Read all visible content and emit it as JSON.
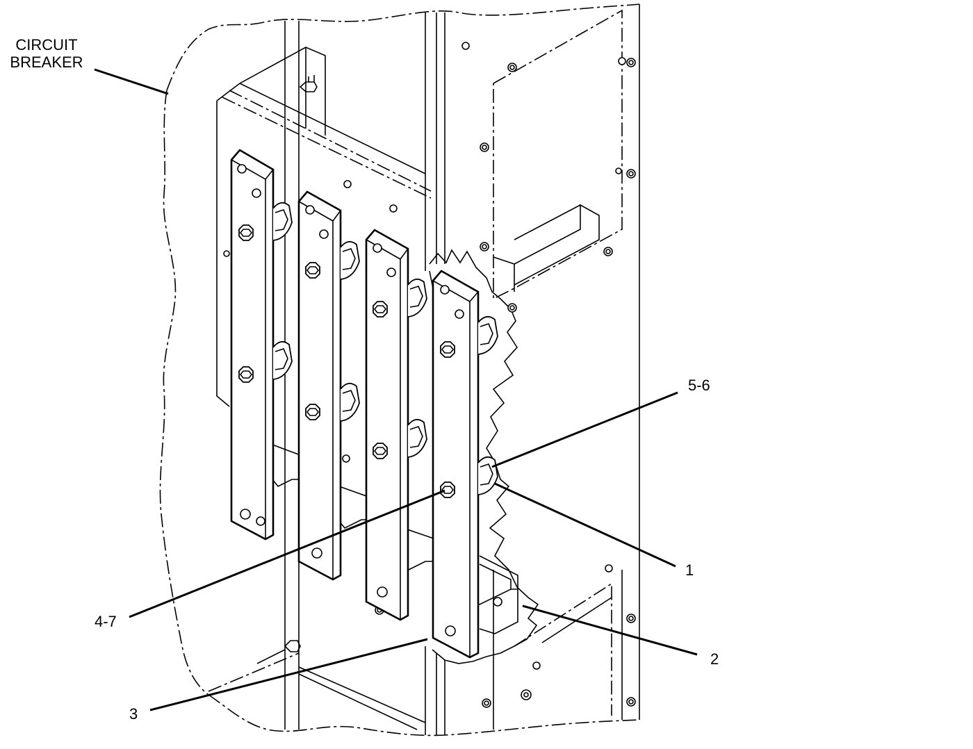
{
  "diagram": {
    "labels": {
      "circuit_breaker_line1": "CIRCUIT",
      "circuit_breaker_line2": "BREAKER",
      "callout_5_6": "5-6",
      "callout_1": "1",
      "callout_2": "2",
      "callout_3": "3",
      "callout_4_7": "4-7"
    },
    "bus_bar_count": 4,
    "colors": {
      "line": "#000000",
      "background": "#ffffff"
    }
  }
}
